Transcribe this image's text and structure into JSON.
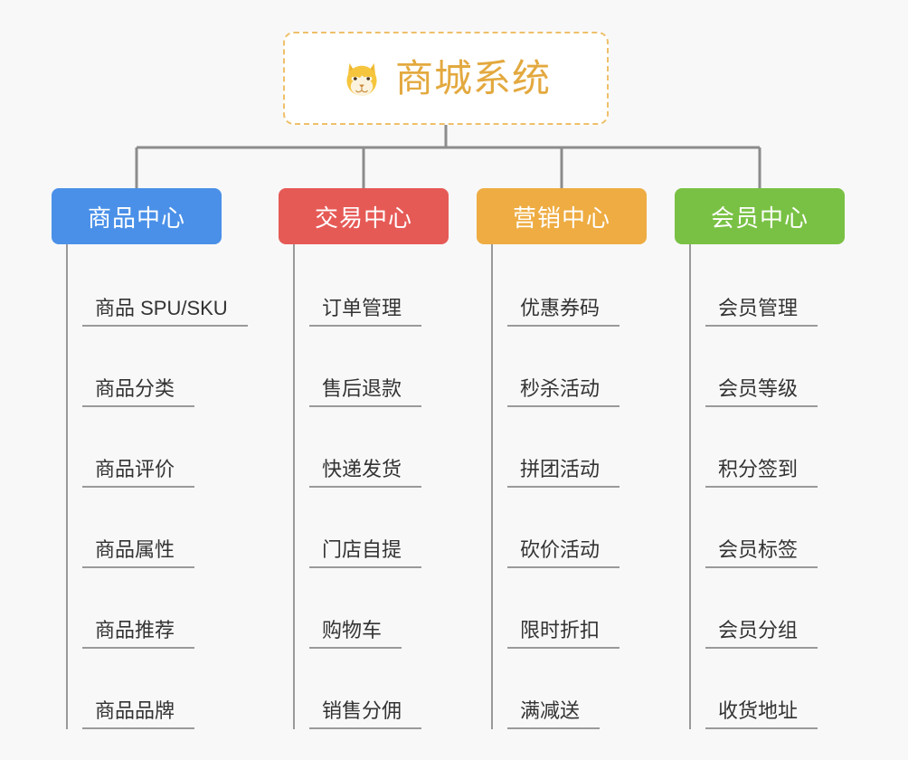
{
  "background_color": "#f8f8f8",
  "root": {
    "title": "商城系统",
    "icon": "shiba-dog-face-icon",
    "text_color": "#e3a93f",
    "border_color": "#eec06a",
    "background_color": "#ffffff"
  },
  "connector_color": "#8c8c8c",
  "branches": [
    {
      "label": "商品中心",
      "color": "#4a90e8",
      "children": [
        "商品 SPU/SKU",
        "商品分类",
        "商品评价",
        "商品属性",
        "商品推荐",
        "商品品牌"
      ]
    },
    {
      "label": "交易中心",
      "color": "#e65a56",
      "children": [
        "订单管理",
        "售后退款",
        "快递发货",
        "门店自提",
        "购物车",
        "销售分佣"
      ]
    },
    {
      "label": "营销中心",
      "color": "#eeac42",
      "children": [
        "优惠券码",
        "秒杀活动",
        "拼团活动",
        "砍价活动",
        "限时折扣",
        "满减送"
      ]
    },
    {
      "label": "会员中心",
      "color": "#79c144",
      "children": [
        "会员管理",
        "会员等级",
        "积分签到",
        "会员标签",
        "会员分组",
        "收货地址"
      ]
    }
  ]
}
